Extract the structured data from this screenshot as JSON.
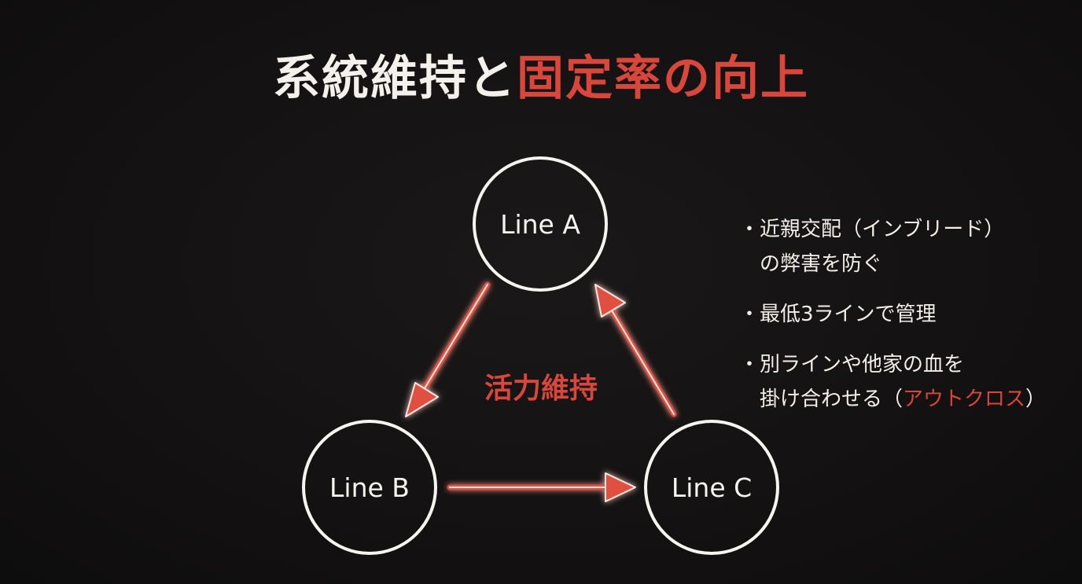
{
  "title": {
    "part1": "系統維持と",
    "part2": "固定率の向上"
  },
  "diagram": {
    "nodes": {
      "a": "Line A",
      "b": "Line B",
      "c": "Line C"
    },
    "center_label": "活力維持"
  },
  "bullets": {
    "marker": "・",
    "b1": {
      "line1": "近親交配（インブリード）",
      "line2": "の弊害を防ぐ"
    },
    "b2": {
      "line1": "最低3ラインで管理"
    },
    "b3": {
      "line1": "別ラインや他家の血を",
      "line2_prefix": "掛け合わせる（",
      "line2_accent": "アウトクロス",
      "line2_suffix": "）"
    }
  },
  "colors": {
    "background": "#141212",
    "text": "#f4f1ec",
    "accent": "#d9463b"
  }
}
